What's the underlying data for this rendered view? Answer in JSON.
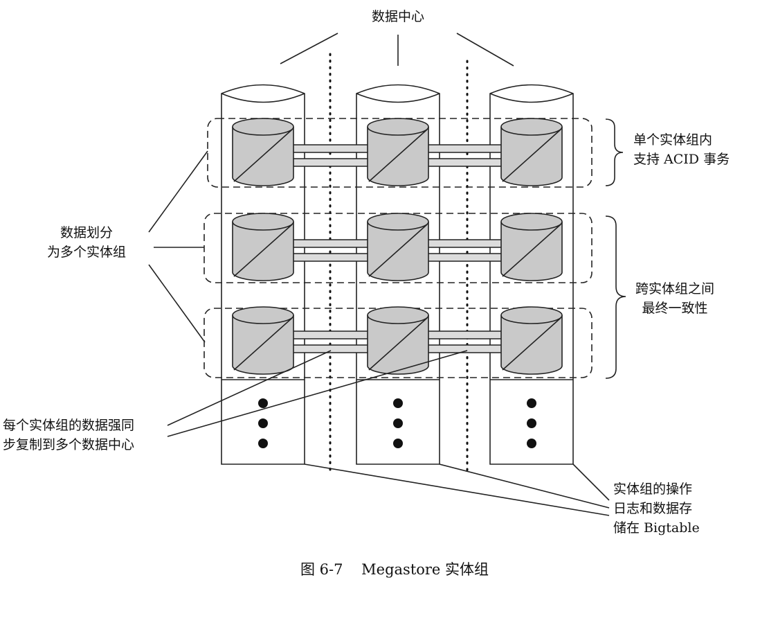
{
  "figure": {
    "top_label": "数据中心",
    "left_label": [
      "数据划分",
      "为多个实体组"
    ],
    "right_labels": {
      "acid": [
        "单个实体组内",
        "支持 ACID 事务"
      ],
      "eventual": [
        "跨实体组之间",
        "最终一致性"
      ]
    },
    "bottom_left_label": [
      "每个实体组的数据强同",
      "步复制到多个数据中心"
    ],
    "bottom_right_label": [
      "实体组的操作",
      "日志和数据存",
      "储在 Bigtable"
    ],
    "caption": "图 6-7    Megastore 实体组"
  },
  "diagram": {
    "datacenter_count": 3,
    "entity_group_count": 3,
    "ellipsis_dots_per_column": 3,
    "colors": {
      "line": "#222222",
      "cylinder_fill": "#c9c9c9",
      "pipe_fill": "#dcdcdc",
      "background": "#ffffff"
    }
  }
}
